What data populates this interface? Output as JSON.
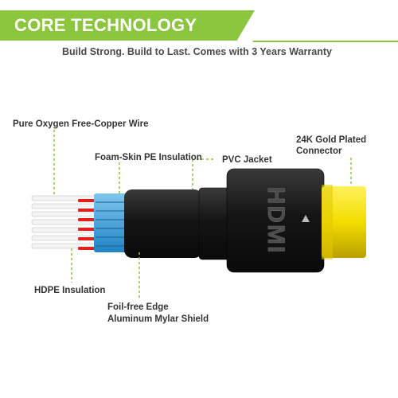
{
  "header": {
    "title": "CORE TECHNOLOGY",
    "tagline": "Build Strong. Build to Last. Comes with 3 Years Warranty"
  },
  "labels": {
    "copper_wire": "Pure Oxygen Free-Copper Wire",
    "foam_skin": "Foam-Skin PE Insulation",
    "pvc_jacket": "PVC Jacket",
    "gold_connector_line1": "24K Gold Plated",
    "gold_connector_line2": "Connector",
    "hdpe": "HDPE Insulation",
    "foil_line1": "Foil-free Edge",
    "foil_line2": "Aluminum Mylar Shield"
  },
  "plug_logo": "HDMI",
  "colors": {
    "accent": "#8cc63f",
    "gold": "#f2dd00",
    "jacket": "#1b1b1b",
    "blue_insulation": "#39a4dd",
    "red_wire": "#e0201b"
  }
}
